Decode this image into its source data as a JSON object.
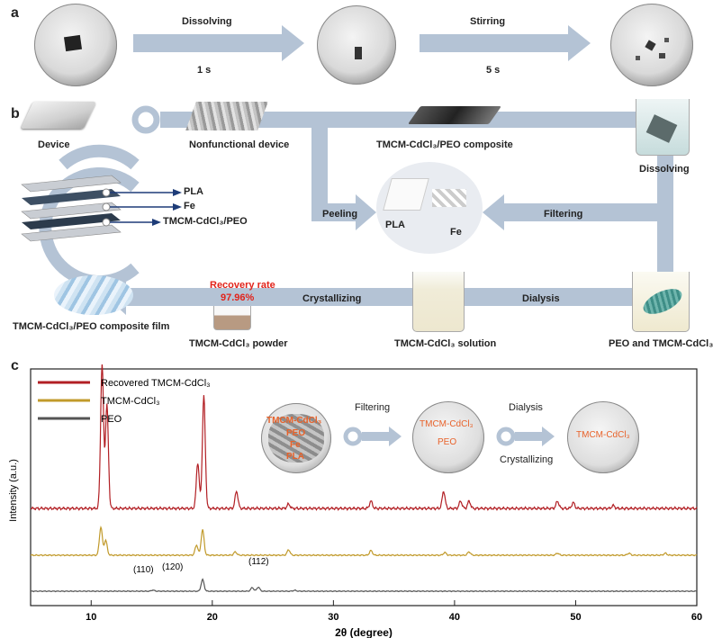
{
  "panel_a": {
    "label": "a",
    "step1": {
      "label": "Dissolving",
      "time": "1 s"
    },
    "step2": {
      "label": "Stirring",
      "time": "5 s"
    }
  },
  "panel_b": {
    "label": "b",
    "device": "Device",
    "nonfunctional": "Nonfunctional device",
    "composite": "TMCM-CdCl₃/PEO composite",
    "dissolving": "Dissolving",
    "peeling": "Peeling",
    "filtering": "Filtering",
    "dialysis": "Dialysis",
    "crystallizing": "Crystallizing",
    "layer_pla": "PLA",
    "layer_fe": "Fe",
    "layer_tmcm": "TMCM-CdCl₃/PEO",
    "center_pla": "PLA",
    "center_fe": "Fe",
    "film": "TMCM-CdCl₃/PEO composite film",
    "powder": "TMCM-CdCl₃ powder",
    "recovery_title": "Recovery rate",
    "recovery_value": "97.96%",
    "solution": "TMCM-CdCl₃ solution",
    "peo_mix": "PEO  and TMCM-CdCl₃"
  },
  "panel_c": {
    "label": "c",
    "inset": {
      "dish1": [
        "TMCM-CdCl₃",
        "PEO",
        "Fe",
        "PLA"
      ],
      "filtering": "Filtering",
      "dish2": [
        "TMCM-CdCl₃",
        "PEO"
      ],
      "dialysis": "Dialysis",
      "crystallizing": "Crystallizing",
      "dish3": [
        "TMCM-CdCl₃"
      ]
    },
    "hkl": [
      "(110)",
      "(120)",
      "(112)"
    ]
  },
  "chart_data": {
    "type": "line",
    "xlabel": "2θ (degree)",
    "ylabel": "Intensity (a.u.)",
    "xlim": [
      5,
      60
    ],
    "xticks": [
      10,
      20,
      30,
      40,
      50,
      60
    ],
    "legend_position": "top-left",
    "series": [
      {
        "name": "Recovered TMCM-CdCl₃",
        "color": "#b21f24",
        "peaks": [
          [
            10.9,
            1.0
          ],
          [
            11.3,
            0.72
          ],
          [
            18.8,
            0.32
          ],
          [
            19.3,
            0.78
          ],
          [
            22.0,
            0.12
          ],
          [
            26.3,
            0.03
          ],
          [
            33.1,
            0.05
          ],
          [
            39.1,
            0.12
          ],
          [
            40.5,
            0.05
          ],
          [
            41.2,
            0.05
          ],
          [
            48.5,
            0.05
          ],
          [
            49.8,
            0.04
          ],
          [
            53.1,
            0.02
          ]
        ]
      },
      {
        "name": "TMCM-CdCl₃",
        "color": "#c19a2b",
        "peaks": [
          [
            10.8,
            0.42
          ],
          [
            11.2,
            0.22
          ],
          [
            18.7,
            0.15
          ],
          [
            19.2,
            0.38
          ],
          [
            21.9,
            0.05
          ],
          [
            26.3,
            0.08
          ],
          [
            33.1,
            0.07
          ],
          [
            39.2,
            0.04
          ],
          [
            41.2,
            0.05
          ],
          [
            48.5,
            0.03
          ],
          [
            54.4,
            0.03
          ],
          [
            57.4,
            0.03
          ]
        ]
      },
      {
        "name": "PEO",
        "color": "#555555",
        "peaks": [
          [
            15.1,
            0.025
          ],
          [
            19.2,
            0.26
          ],
          [
            23.3,
            0.08
          ],
          [
            23.8,
            0.09
          ],
          [
            26.8,
            0.02
          ]
        ]
      }
    ]
  }
}
